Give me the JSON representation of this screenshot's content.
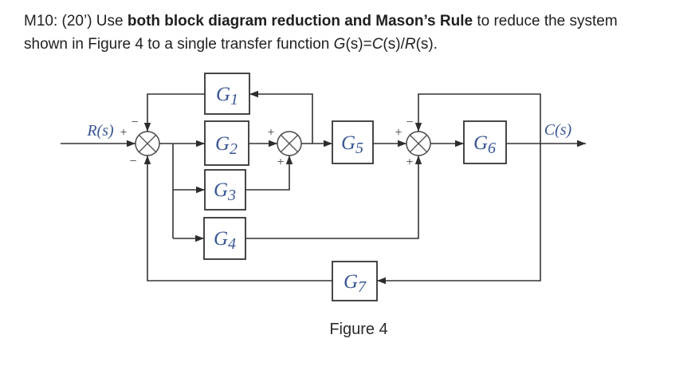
{
  "problem": {
    "l1a": "M10: (20’) Use ",
    "l1b": "both block diagram reduction and Mason’s Rule",
    "l1c": " to reduce the system",
    "l2a": "shown in Figure 4 to a single transfer function ",
    "tf_g": "G",
    "tf_p1": "(s)=",
    "tf_c": "C",
    "tf_p2": "(s)/",
    "tf_r": "R",
    "tf_p3": "(s)."
  },
  "diagram": {
    "input_label": "R(s)",
    "output_label": "C(s)",
    "blocks": {
      "g1": {
        "letter": "G",
        "sub": "1"
      },
      "g2": {
        "letter": "G",
        "sub": "2"
      },
      "g3": {
        "letter": "G",
        "sub": "3"
      },
      "g4": {
        "letter": "G",
        "sub": "4"
      },
      "g5": {
        "letter": "G",
        "sub": "5"
      },
      "g6": {
        "letter": "G",
        "sub": "6"
      },
      "g7": {
        "letter": "G",
        "sub": "7"
      }
    },
    "sums": {
      "sum1": {
        "left": "+",
        "top": "−",
        "bottom": "−"
      },
      "sum2": {
        "left": "+",
        "bottom": "+"
      },
      "sum3": {
        "left": "+",
        "top": "−",
        "bottom": "+"
      }
    },
    "colors": {
      "label_blue": "#3a5795",
      "line": "#333333",
      "sign": "#3a3233",
      "text": "#1f1f1f",
      "background": "#ffffff"
    }
  },
  "caption": "Figure 4"
}
